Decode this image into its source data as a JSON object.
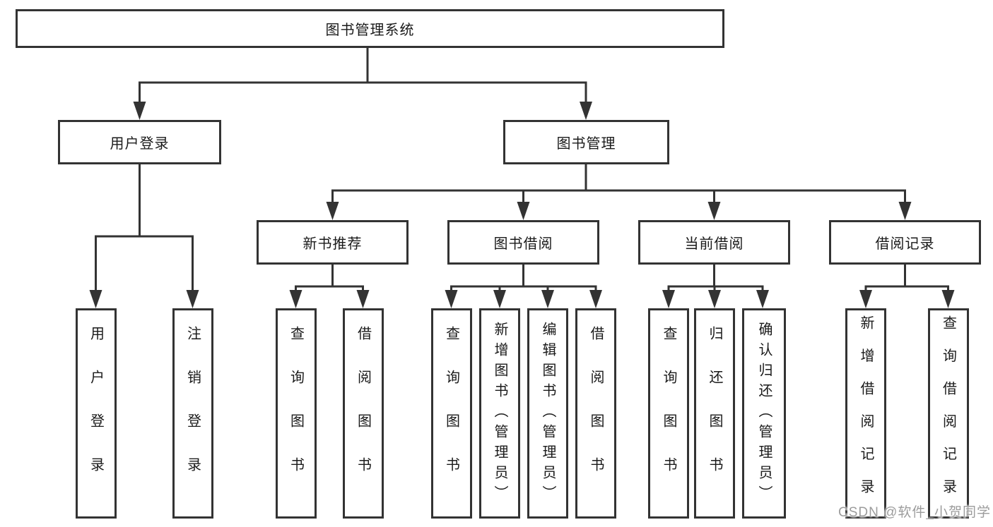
{
  "diagram": {
    "type": "hierarchy-tree",
    "tree": {
      "root": {
        "label": "图书管理系统",
        "children": [
          {
            "label": "用户登录",
            "children": [
              {
                "label": "用户登录"
              },
              {
                "label": "注销登录"
              }
            ]
          },
          {
            "label": "图书管理",
            "children": [
              {
                "label": "新书推荐",
                "children": [
                  {
                    "label": "查询图书"
                  },
                  {
                    "label": "借阅图书"
                  }
                ]
              },
              {
                "label": "图书借阅",
                "children": [
                  {
                    "label": "查询图书"
                  },
                  {
                    "label": "新增图书（管理员）"
                  },
                  {
                    "label": "编辑图书（管理员）"
                  },
                  {
                    "label": "借阅图书"
                  }
                ]
              },
              {
                "label": "当前借阅",
                "children": [
                  {
                    "label": "查询图书"
                  },
                  {
                    "label": "归还图书"
                  },
                  {
                    "label": "确认归还（管理员）"
                  }
                ]
              },
              {
                "label": "借阅记录",
                "children": [
                  {
                    "label": "新增借阅记录"
                  },
                  {
                    "label": "查询借阅记录"
                  }
                ]
              }
            ]
          }
        ]
      }
    },
    "colors": {
      "line": "#333333",
      "text": "#1a1a1a",
      "background": "#ffffff",
      "watermark": "#9c9c9c"
    }
  },
  "watermark": "CSDN @软件_小贺同学"
}
